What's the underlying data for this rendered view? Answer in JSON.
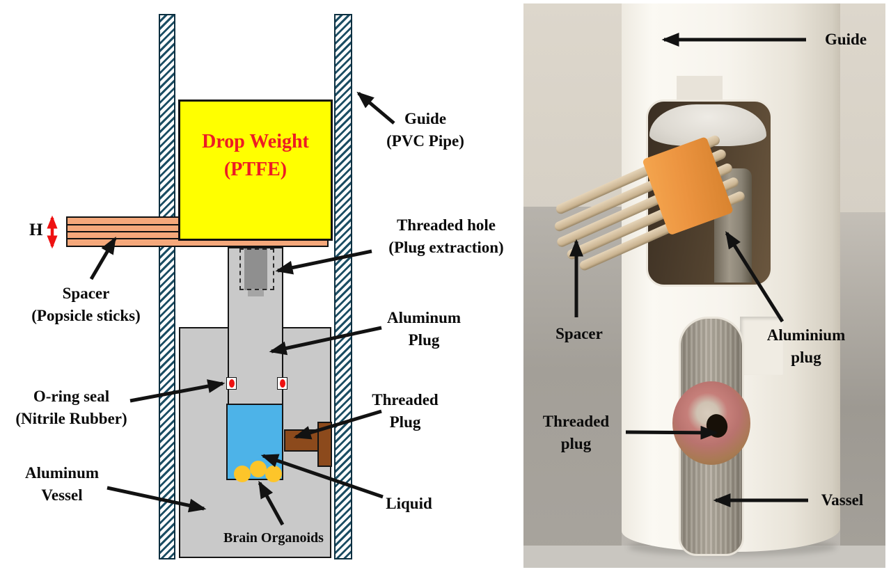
{
  "diagram": {
    "drop_weight": {
      "line1": "Drop Weight",
      "line2": "(PTFE)"
    },
    "height_marker": "H",
    "labels": {
      "guide": {
        "line1": "Guide",
        "line2": "(PVC Pipe)"
      },
      "threaded_hole": {
        "line1": "Threaded hole",
        "line2": "(Plug extraction)"
      },
      "spacer": {
        "line1": "Spacer",
        "line2": "(Popsicle sticks)"
      },
      "aluminum_plug": {
        "line1": "Aluminum",
        "line2": "Plug"
      },
      "oring_seal": {
        "line1": "O-ring seal",
        "line2": "(Nitrile Rubber)"
      },
      "threaded_plug": {
        "line1": "Threaded",
        "line2": "Plug"
      },
      "aluminum_vessel": {
        "line1": "Aluminum",
        "line2": "Vessel"
      },
      "liquid": "Liquid",
      "brain_organoids": "Brain Organoids"
    },
    "colors": {
      "drop_weight_fill": "#ffff00",
      "drop_weight_text": "#ed1c24",
      "guide_hatch": "#1b4d63",
      "spacer_fill": "#f5a87b",
      "metal_fill": "#c9c9c9",
      "threaded_hole_fill": "#8f8f8f",
      "liquid_fill": "#4db3e8",
      "threaded_plug_fill": "#8c4a1c",
      "oring_fill": "#ee1111",
      "organoid_fill": "#fdc52a",
      "height_arrow": "#ee1111",
      "label_text": "#0b0b0b"
    }
  },
  "photo": {
    "labels": {
      "guide": "Guide",
      "spacer": "Spacer",
      "aluminium_plug": {
        "line1": "Aluminium",
        "line2": "plug"
      },
      "threaded_plug": {
        "line1": "Threaded",
        "line2": "plug"
      },
      "vassel": "Vassel"
    }
  }
}
